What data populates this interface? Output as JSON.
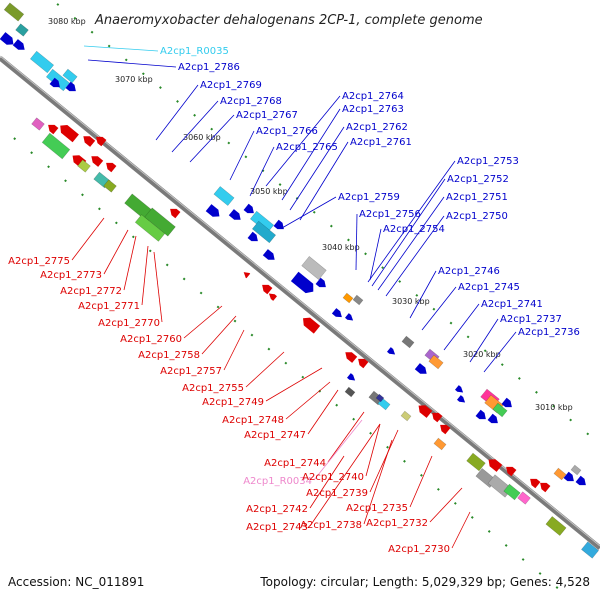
{
  "title": "Anaeromyxobacter dehalogenans 2CP-1, complete genome",
  "footer": {
    "accession": "Accession: NC_011891",
    "summary": "Topology: circular; Length: 5,029,329 bp; Genes: 4,528"
  },
  "colors": {
    "forward": "#0000cc",
    "reverse": "#dd0000",
    "rna": "#33ccee",
    "rna_reverse": "#ee88cc",
    "backbone": "#777777",
    "tick": "#2a8a2a"
  },
  "ruler": [
    {
      "label": "3080 kbp"
    },
    {
      "label": "3070 kbp"
    },
    {
      "label": "3060 kbp"
    },
    {
      "label": "3050 kbp"
    },
    {
      "label": "3040 kbp"
    },
    {
      "label": "3030 kbp"
    },
    {
      "label": "3020 kbp"
    },
    {
      "label": "3010 kbp"
    }
  ],
  "labels_top": [
    "A2cp1_R0035",
    "A2cp1_2786",
    "A2cp1_2769",
    "A2cp1_2768",
    "A2cp1_2767",
    "A2cp1_2766",
    "A2cp1_2765",
    "A2cp1_2764",
    "A2cp1_2763",
    "A2cp1_2762",
    "A2cp1_2761",
    "A2cp1_2753",
    "A2cp1_2752",
    "A2cp1_2751",
    "A2cp1_2750",
    "A2cp1_2759",
    "A2cp1_2756",
    "A2cp1_2754",
    "A2cp1_2746",
    "A2cp1_2745",
    "A2cp1_2741",
    "A2cp1_2737",
    "A2cp1_2736"
  ],
  "labels_bottom": [
    "A2cp1_2775",
    "A2cp1_2773",
    "A2cp1_2772",
    "A2cp1_2771",
    "A2cp1_2770",
    "A2cp1_2760",
    "A2cp1_2758",
    "A2cp1_2757",
    "A2cp1_2755",
    "A2cp1_2749",
    "A2cp1_2748",
    "A2cp1_2747",
    "A2cp1_2744",
    "A2cp1_R0034",
    "A2cp1_2740",
    "A2cp1_2739",
    "A2cp1_2742",
    "A2cp1_2743",
    "A2cp1_2738",
    "A2cp1_2735",
    "A2cp1_2732",
    "A2cp1_2730"
  ]
}
